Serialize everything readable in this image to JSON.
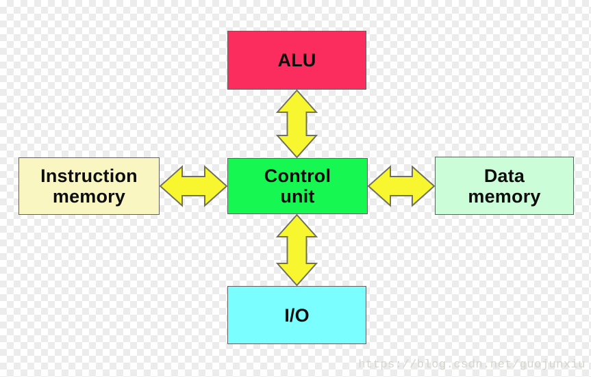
{
  "diagram": {
    "type": "block-diagram",
    "nodes": {
      "alu": {
        "label": "ALU",
        "fill": "#fb2d5e"
      },
      "control_unit": {
        "label": "Control\nunit",
        "fill": "#17f751"
      },
      "instruction_memory": {
        "label": "Instruction\nmemory",
        "fill": "#faf6c2"
      },
      "data_memory": {
        "label": "Data\nmemory",
        "fill": "#ccfdd9"
      },
      "io": {
        "label": "I/O",
        "fill": "#7bfeff"
      }
    },
    "edges": [
      {
        "from": "alu",
        "to": "control_unit",
        "style": "double-headed-arrow"
      },
      {
        "from": "instruction_memory",
        "to": "control_unit",
        "style": "double-headed-arrow"
      },
      {
        "from": "control_unit",
        "to": "data_memory",
        "style": "double-headed-arrow"
      },
      {
        "from": "control_unit",
        "to": "io",
        "style": "double-headed-arrow"
      }
    ],
    "colors": {
      "arrow_fill": "#f8f72f",
      "arrow_stroke": "#70705e",
      "node_border": "#5f5f5f",
      "label_text": "#0d0d0d",
      "checker_light": "#ffffff",
      "checker_dark": "#ececec",
      "watermark_text": "#d5d5cd"
    },
    "watermark": "https://blog.csdn.net/guojunxiu"
  }
}
